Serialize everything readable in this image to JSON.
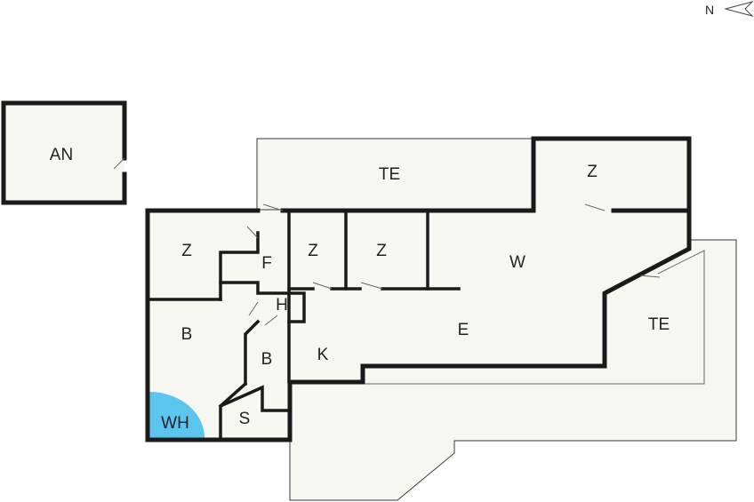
{
  "compass": {
    "label": "N"
  },
  "rooms": {
    "annex": "AN",
    "terrace_top": "TE",
    "terrace_right": "TE",
    "bedroom_top_right": "Z",
    "bedroom_left": "Z",
    "hall_f": "F",
    "bedroom_mid1": "Z",
    "bedroom_mid2": "Z",
    "living": "W",
    "dining": "E",
    "bath_left": "B",
    "bath_small": "B",
    "h_room": "H",
    "kitchen": "K",
    "storage": "S",
    "whirlpool": "WH"
  },
  "colors": {
    "whirlpool": "#5bc4ef",
    "walls": "#1a1a1a",
    "floor": "#f7f7f2"
  }
}
